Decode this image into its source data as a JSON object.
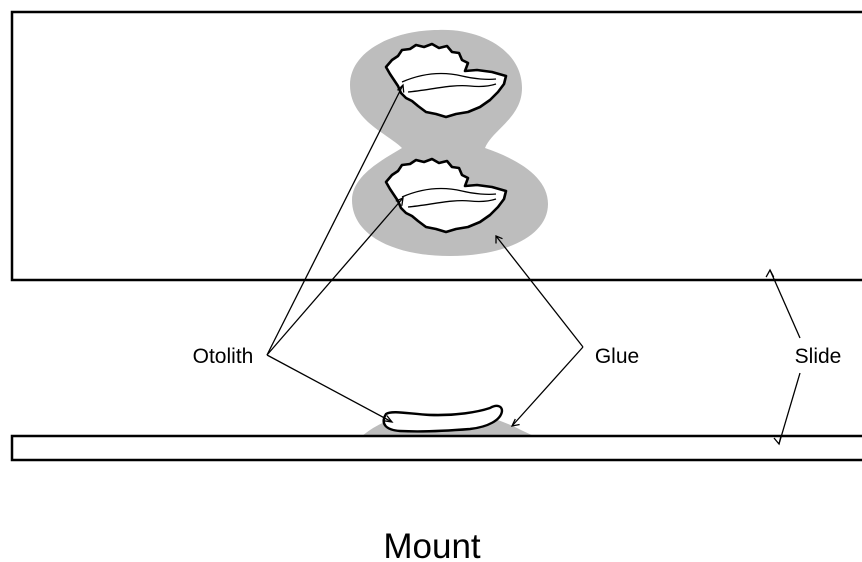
{
  "labels": {
    "otolith": "Otolith",
    "glue": "Glue",
    "slide": "Slide",
    "title": "Mount"
  },
  "colors": {
    "glue": "#bdbdbd",
    "outline": "#000000",
    "otolith_fill": "#ffffff",
    "background": "#ffffff"
  }
}
